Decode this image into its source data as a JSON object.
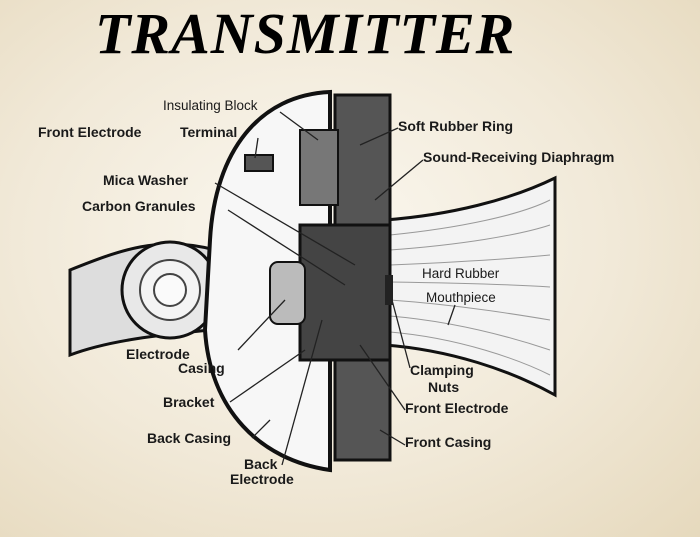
{
  "title": "TRANSMITTER",
  "labels": {
    "insulating_block": "Insulating Block",
    "front_electrode_top": "Front Electrode",
    "terminal": "Terminal",
    "soft_rubber_ring": "Soft Rubber Ring",
    "sound_receiving_diaphragm": "Sound-Receiving Diaphragm",
    "mica_washer": "Mica Washer",
    "carbon_granules": "Carbon Granules",
    "hard_rubber": "Hard Rubber",
    "mouthpiece": "Mouthpiece",
    "electrode": "Electrode",
    "casing": "Casing",
    "clamping": "Clamping",
    "nuts": "Nuts",
    "bracket": "Bracket",
    "front_electrode_bottom": "Front Electrode",
    "back_casing": "Back Casing",
    "front_casing": "Front Casing",
    "back": "Back",
    "back_electrode": "Electrode"
  }
}
